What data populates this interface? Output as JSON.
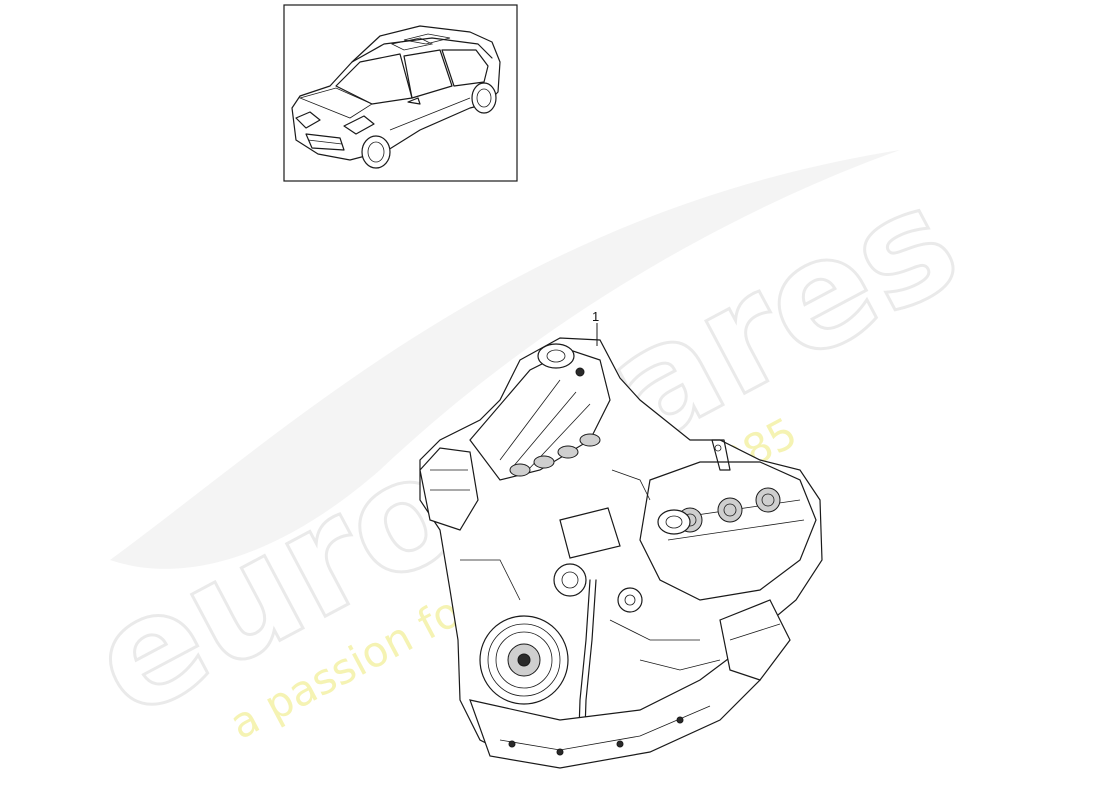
{
  "diagram": {
    "callouts": [
      {
        "id": "1",
        "label": "1"
      }
    ]
  },
  "watermark": {
    "brand": "eurospares",
    "tagline": "a passion for parts since 1985"
  },
  "colors": {
    "line": "#1a1a1a",
    "watermark_grey": "#d9d9d9",
    "watermark_yellow": "#f2ef9a"
  }
}
